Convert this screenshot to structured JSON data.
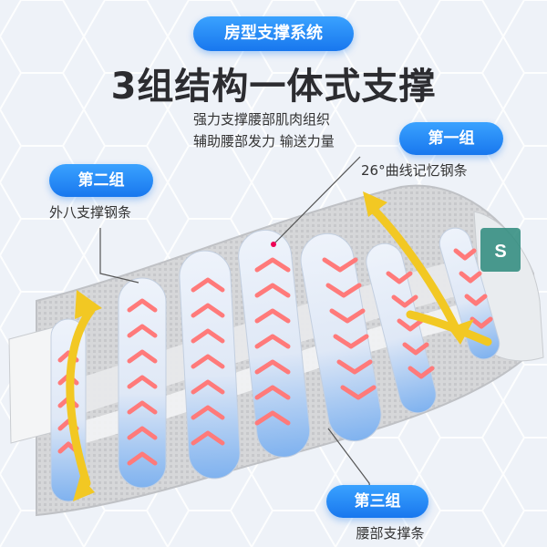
{
  "header": {
    "tag": "房型支撑系统",
    "title": "3组结构一体式支撑",
    "lines": [
      "强力支撑腰部肌肉组织",
      "辅助腰部发力 输送力量"
    ]
  },
  "callouts": {
    "group1": {
      "label": "第一组",
      "desc": "26°曲线记忆钢条"
    },
    "group2": {
      "label": "第二组",
      "desc": "外八支撑钢条"
    },
    "group3": {
      "label": "第三组",
      "desc": "腰部支撑条"
    }
  },
  "colors": {
    "accent": "#1877ee",
    "arrow": "#f2c823",
    "chevron": "#ff7a7a",
    "strip_blue": "#8ab8ee",
    "belt": "#d9dadc"
  }
}
